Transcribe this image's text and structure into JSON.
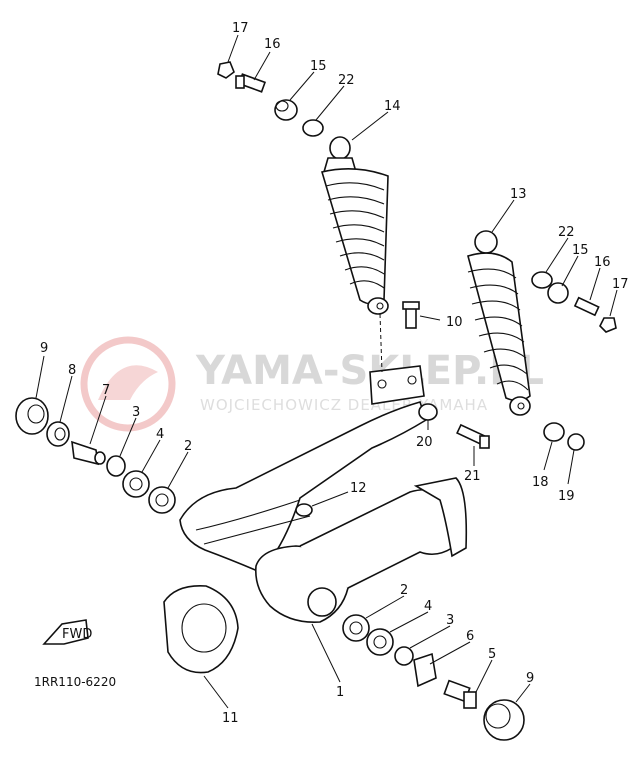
{
  "diagram_code": "1RR110-6220",
  "fwd_label": "FWD",
  "watermark": {
    "title": "YAMA-SKLEP.PL",
    "subtitle": "WOJCIECHOWICZ DEALER YAMAHA"
  },
  "callouts": [
    {
      "id": "c17a",
      "text": "17"
    },
    {
      "id": "c16a",
      "text": "16"
    },
    {
      "id": "c15a",
      "text": "15"
    },
    {
      "id": "c22a",
      "text": "22"
    },
    {
      "id": "c14",
      "text": "14"
    },
    {
      "id": "c13",
      "text": "13"
    },
    {
      "id": "c22b",
      "text": "22"
    },
    {
      "id": "c15b",
      "text": "15"
    },
    {
      "id": "c16b",
      "text": "16"
    },
    {
      "id": "c17b",
      "text": "17"
    },
    {
      "id": "c10",
      "text": "10"
    },
    {
      "id": "c9a",
      "text": "9"
    },
    {
      "id": "c8",
      "text": "8"
    },
    {
      "id": "c7",
      "text": "7"
    },
    {
      "id": "c3a",
      "text": "3"
    },
    {
      "id": "c4a",
      "text": "4"
    },
    {
      "id": "c2a",
      "text": "2"
    },
    {
      "id": "c12",
      "text": "12"
    },
    {
      "id": "c20",
      "text": "20"
    },
    {
      "id": "c21",
      "text": "21"
    },
    {
      "id": "c18",
      "text": "18"
    },
    {
      "id": "c19",
      "text": "19"
    },
    {
      "id": "c2b",
      "text": "2"
    },
    {
      "id": "c4b",
      "text": "4"
    },
    {
      "id": "c3b",
      "text": "3"
    },
    {
      "id": "c6",
      "text": "6"
    },
    {
      "id": "c5",
      "text": "5"
    },
    {
      "id": "c9b",
      "text": "9"
    },
    {
      "id": "c1",
      "text": "1"
    },
    {
      "id": "c11",
      "text": "11"
    }
  ]
}
